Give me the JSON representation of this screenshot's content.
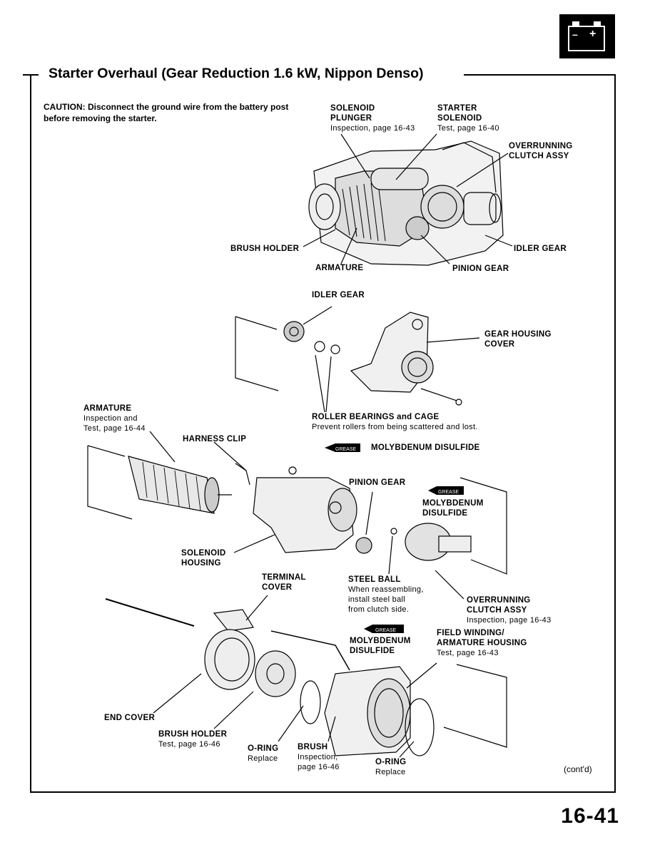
{
  "page": {
    "title": "Starter Overhaul (Gear Reduction 1.6 kW, Nippon Denso)",
    "caution": "CAUTION: Disconnect the ground wire from the battery post before removing the starter.",
    "page_number": "16-41",
    "contd": "(cont'd)",
    "battery_icon": "battery-icon"
  },
  "callouts": {
    "solenoid_plunger": {
      "name": "SOLENOID PLUNGER",
      "note": "Inspection, page 16-43"
    },
    "starter_solenoid": {
      "name": "STARTER SOLENOID",
      "note": "Test, page 16-40"
    },
    "overrunning_clutch_top": {
      "name": "OVERRUNNING CLUTCH ASSY"
    },
    "brush_holder_top": {
      "name": "BRUSH HOLDER"
    },
    "idler_gear_top": {
      "name": "IDLER GEAR"
    },
    "armature_top": {
      "name": "ARMATURE"
    },
    "pinion_gear_top": {
      "name": "PINION GEAR"
    },
    "idler_gear_mid": {
      "name": "IDLER GEAR"
    },
    "gear_housing_cover": {
      "name": "GEAR HOUSING COVER"
    },
    "armature_mid": {
      "name": "ARMATURE",
      "note1": "Inspection and",
      "note2": "Test, page 16-44"
    },
    "roller_bearings": {
      "name": "ROLLER BEARINGS and CAGE",
      "note": "Prevent rollers from being scattered and lost."
    },
    "harness_clip": {
      "name": "HARNESS CLIP"
    },
    "moly_1": {
      "name": "MOLYBDENUM DISULFIDE"
    },
    "pinion_gear_mid": {
      "name": "PINION GEAR"
    },
    "moly_2": {
      "name": "MOLYBDENUM DISULFIDE"
    },
    "solenoid_housing": {
      "name": "SOLENOID HOUSING"
    },
    "terminal_cover": {
      "name": "TERMINAL COVER"
    },
    "steel_ball": {
      "name": "STEEL BALL",
      "note1": "When reassembling,",
      "note2": "install steel ball",
      "note3": "from clutch side."
    },
    "overrunning_clutch_mid": {
      "name": "OVERRUNNING CLUTCH ASSY",
      "note": "Inspection, page 16-43"
    },
    "moly_3": {
      "name": "MOLYBDENUM DISULFIDE"
    },
    "field_winding": {
      "name": "FIELD WINDING/ ARMATURE HOUSING",
      "note": "Test, page 16-43"
    },
    "end_cover": {
      "name": "END COVER"
    },
    "brush_holder_bottom": {
      "name": "BRUSH HOLDER",
      "note": "Test, page 16-46"
    },
    "o_ring_1": {
      "name": "O-RING",
      "note": "Replace"
    },
    "brush": {
      "name": "BRUSH",
      "note1": "Inspection,",
      "note2": "page 16-46"
    },
    "o_ring_2": {
      "name": "O-RING",
      "note": "Replace"
    },
    "grease_tag": "GREASE"
  }
}
